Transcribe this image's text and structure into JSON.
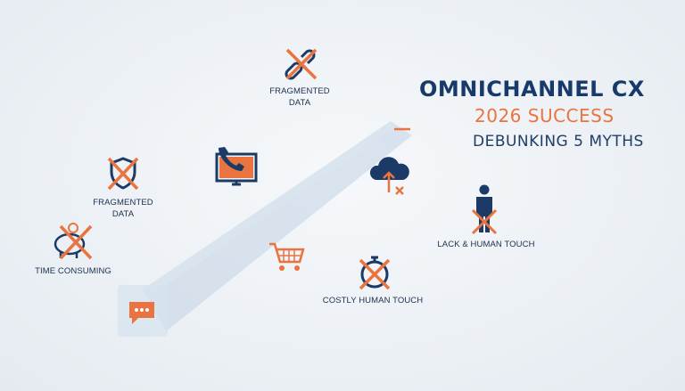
{
  "title": {
    "line1": "OMNICHANNEL CX",
    "line2": "2026 SUCCESS",
    "line3": "DEBUNKING 5 MYTHS"
  },
  "myths": {
    "top_fragmented": {
      "line1": "FRAGMENTED",
      "line2": "DATA",
      "icon": "broken-link-icon"
    },
    "left_fragmented": {
      "line1": "FRAGMENTED",
      "line2": "DATA",
      "icon": "shield-icon"
    },
    "time_consuming": {
      "label": "TIME CONSUMING",
      "icon": "piggy-bank-icon"
    },
    "costly": {
      "label": "COSTLY HUMAN TOUCH",
      "icon": "stopwatch-icon"
    },
    "lack_human": {
      "label": "LACK & HUMAN TOUCH",
      "icon": "person-icon"
    }
  },
  "channel_icons": [
    "monitor-phone-icon",
    "cloud-upload-icon",
    "shopping-cart-icon",
    "chat-bubble-icon"
  ],
  "colors": {
    "navy": "#1b3a66",
    "orange": "#ea7440",
    "beam": "#c9d8e6"
  }
}
